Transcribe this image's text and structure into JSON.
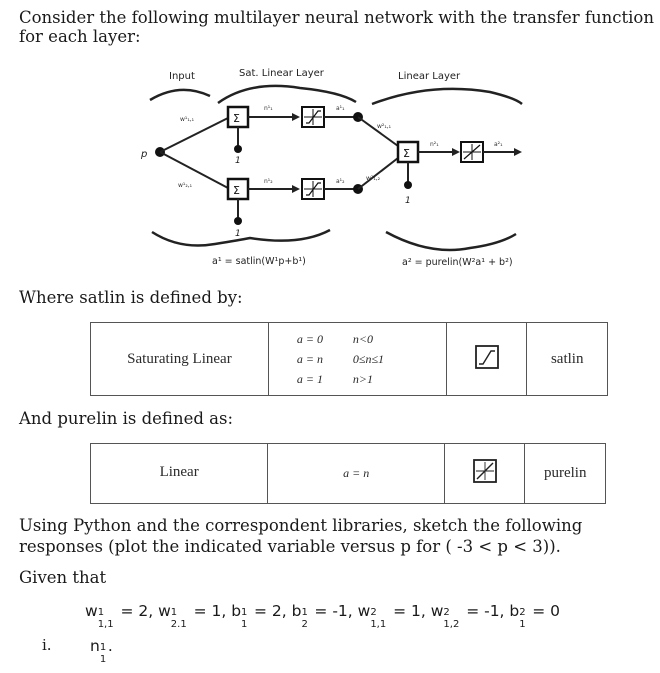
{
  "intro": {
    "line1": "Consider the following multilayer neural network with the transfer function",
    "line2": "for each layer:"
  },
  "diagram": {
    "input_label": "Input",
    "sat_layer_label": "Sat. Linear Layer",
    "linear_layer_label": "Linear Layer",
    "p_label": "p",
    "bias_label": "1",
    "sigma": "Σ",
    "eq1": "a¹ = satlin(W¹p+b¹)",
    "eq2": "a² = purelin(W²a¹ + b²)"
  },
  "satlin_intro": "Where satlin is defined by:",
  "satlin_table": {
    "name": "Saturating Linear",
    "cond1_lhs": "a = 0",
    "cond1_rhs": "n<0",
    "cond2_lhs": "a = n",
    "cond2_rhs": "0≤n≤1",
    "cond3_lhs": "a = 1",
    "cond3_rhs": "n>1",
    "func": "satlin"
  },
  "purelin_intro": "And purelin is defined as:",
  "purelin_table": {
    "name": "Linear",
    "rule": "a = n",
    "func": "purelin"
  },
  "task": {
    "line1": "Using Python and the correspondent libraries, sketch the following",
    "line2": "responses (plot the indicated variable versus p for ( -3 < p < 3))."
  },
  "given_label": "Given that",
  "params": {
    "w11": "= 2,",
    "w21": "= 1,",
    "b1a": "= 2,",
    "b1b": "= -1,",
    "w2_11": "= 1,",
    "w2_12": "= -1,",
    "b2": "= 0"
  },
  "item": {
    "number": "i.",
    "target": "n"
  }
}
